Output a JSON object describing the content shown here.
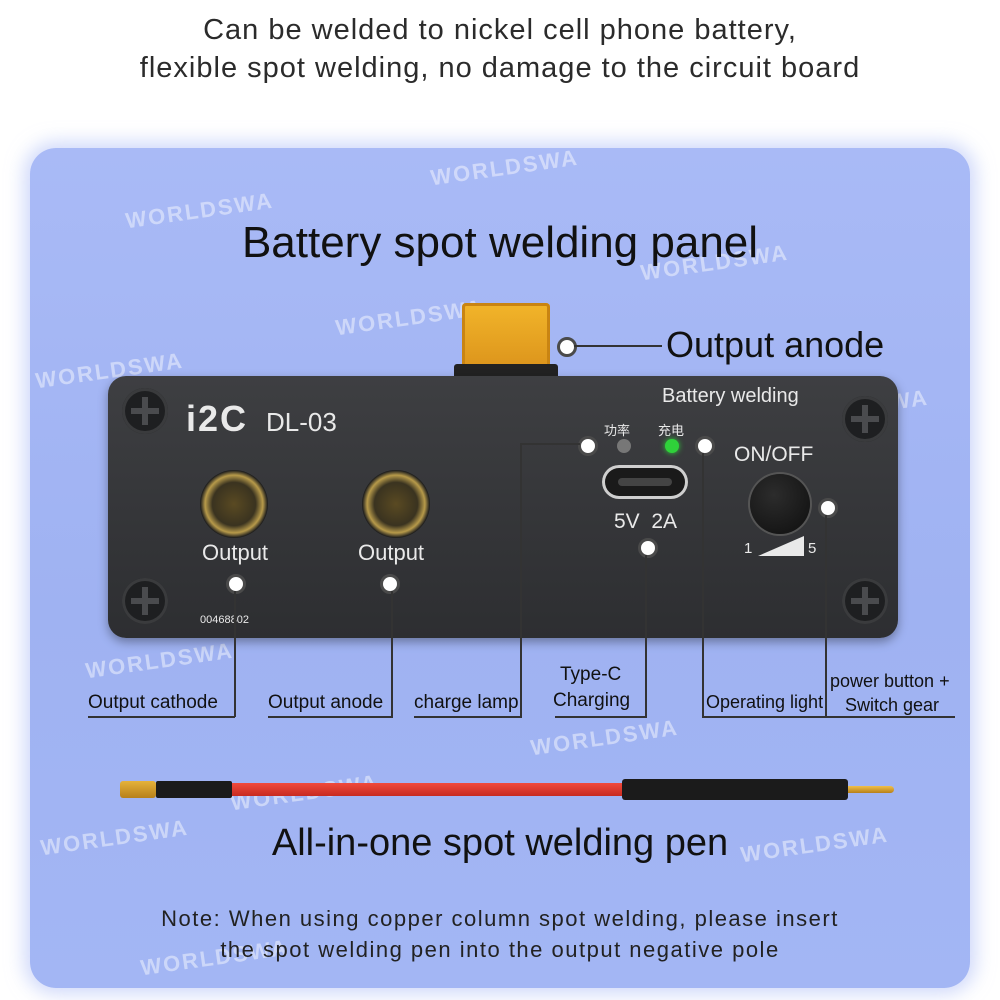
{
  "header": {
    "line1": "Can be welded to nickel cell phone battery,",
    "line2": "flexible spot welding, no damage to the circuit board"
  },
  "panel": {
    "title": "Battery spot welding panel",
    "brand": "i2C",
    "model": "DL-03",
    "serial": "00468802",
    "battery_welding": "Battery welding",
    "power_label": "功率",
    "charge_label": "充电",
    "output_left": "Output",
    "output_right": "Output",
    "usb_spec": "5V  2A",
    "onoff": "ON/OFF",
    "gear_min": "1",
    "gear_max": "5"
  },
  "callouts": {
    "output_anode_top": "Output anode",
    "output_cathode": "Output cathode",
    "output_anode": "Output anode",
    "charge_lamp": "charge lamp",
    "typec_line1": "Type-C",
    "typec_line2": "Charging",
    "operating_light": "Operating light",
    "power_line1": "power button +",
    "power_line2": "Switch gear"
  },
  "pen": {
    "title": "All-in-one spot welding pen"
  },
  "note": {
    "line1": "Note: When using copper column spot welding, please insert",
    "line2": "the spot welding pen into the output negative pole"
  },
  "watermark": "WORLDSWA",
  "colors": {
    "card": "#a3b6f4",
    "device": "#333437",
    "connector": "#e8a624",
    "led_green": "#2fd13a",
    "pen_red": "#e33b2e"
  }
}
